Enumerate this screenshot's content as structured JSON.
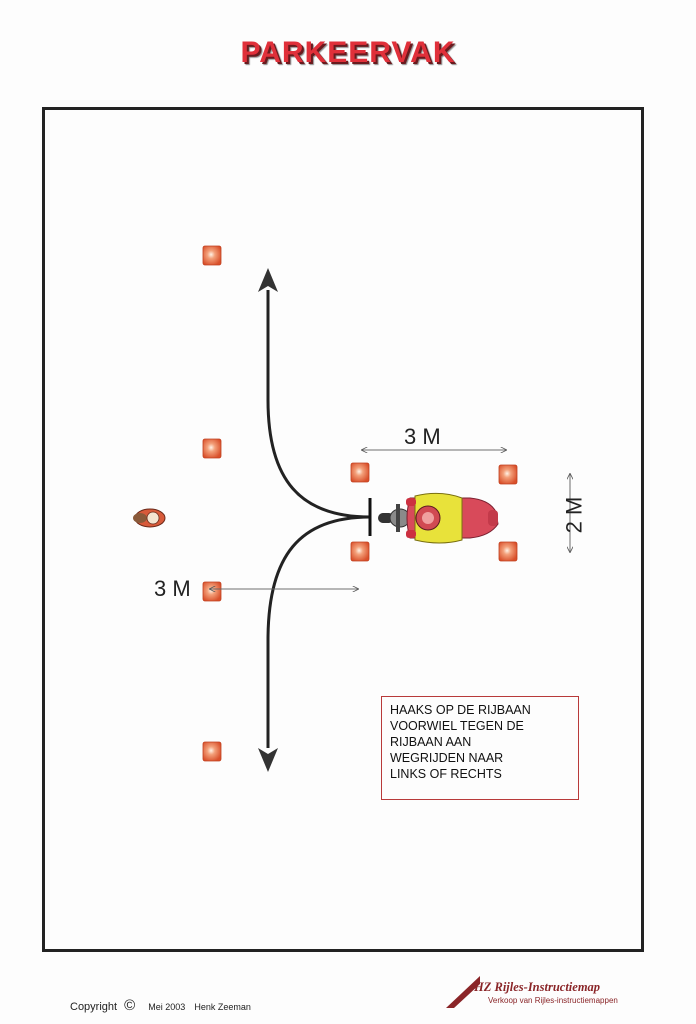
{
  "title": "PARKEERVAK",
  "labels": {
    "width_top": "3 M",
    "width_left": "3 M",
    "depth_right": "2 M"
  },
  "instruction": {
    "lines": [
      "HAAKS OP DE RIJBAAN",
      "VOORWIEL TEGEN DE",
      "RIJBAAN AAN",
      "WEGRIJDEN  NAAR",
      "LINKS OF RECHTS"
    ]
  },
  "footer": {
    "copyright_label": "Copyright",
    "copyright_symbol": "©",
    "date": "Mei 2003",
    "author": "Henk Zeeman",
    "brand_logo_text": "HZ Rijles-Instructiemap",
    "brand_tagline": "Verkoop van Rijles-instructiemappen"
  },
  "colors": {
    "title": "#e0303a",
    "cone": "#e8643a",
    "motorcycle_accent": "#e8e23a",
    "note_border": "#b83a3a"
  },
  "icons": [
    "traffic-cone-icon",
    "motorcycle-icon",
    "instructor-person-icon",
    "arrow-icon"
  ]
}
